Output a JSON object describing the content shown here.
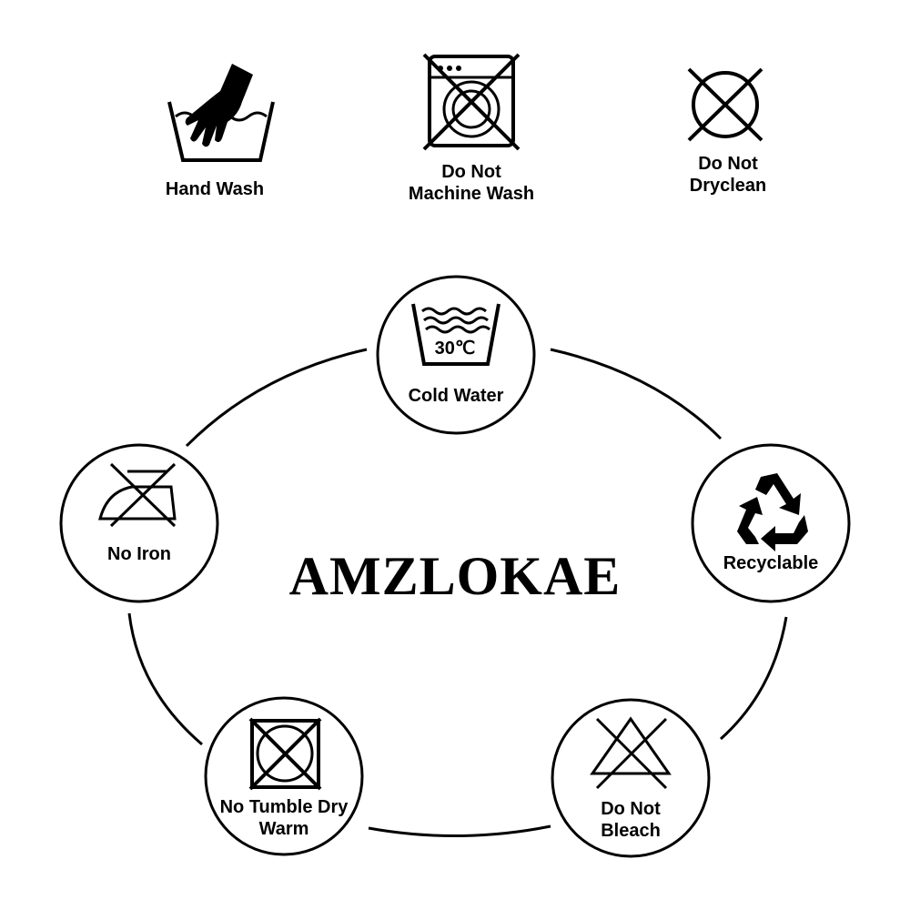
{
  "brand": {
    "name": "AMZLOKAE"
  },
  "care_top": [
    {
      "icon": "hand-wash-icon",
      "lines": [
        "Hand Wash"
      ]
    },
    {
      "icon": "no-machine-wash-icon",
      "lines": [
        "Do Not",
        "Machine Wash"
      ]
    },
    {
      "icon": "no-dryclean-icon",
      "lines": [
        "Do Not",
        "Dryclean"
      ]
    }
  ],
  "care_ring": [
    {
      "icon": "cold-water-wash-icon",
      "temperature": "30℃",
      "lines": [
        "Cold Water"
      ]
    },
    {
      "icon": "recycle-icon",
      "lines": [
        "Recyclable"
      ]
    },
    {
      "icon": "no-bleach-icon",
      "lines": [
        "Do Not",
        "Bleach"
      ]
    },
    {
      "icon": "no-tumble-dry-icon",
      "lines": [
        "No Tumble Dry",
        "Warm"
      ]
    },
    {
      "icon": "no-iron-icon",
      "lines": [
        "No Iron"
      ]
    }
  ],
  "colors": {
    "ink": "#000000",
    "background": "#ffffff"
  }
}
